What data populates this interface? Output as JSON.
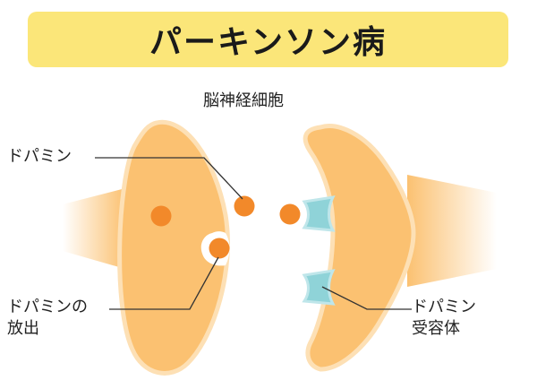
{
  "title": "パーキンソン病",
  "labels": {
    "neuron": "脳神経細胞",
    "dopamine": "ドパミン",
    "release_line1": "ドパミンの",
    "release_line2": "放出",
    "receptor_line1": "ドパミン",
    "receptor_line2": "受容体"
  },
  "colors": {
    "banner": "#fbe679",
    "cell_fill": "#fbc171",
    "cell_edge": "#fde0b5",
    "dopamine": "#f2892a",
    "receptor": "#8fd3d8",
    "receptor_edge": "#bfe6ea",
    "line": "#333333"
  }
}
